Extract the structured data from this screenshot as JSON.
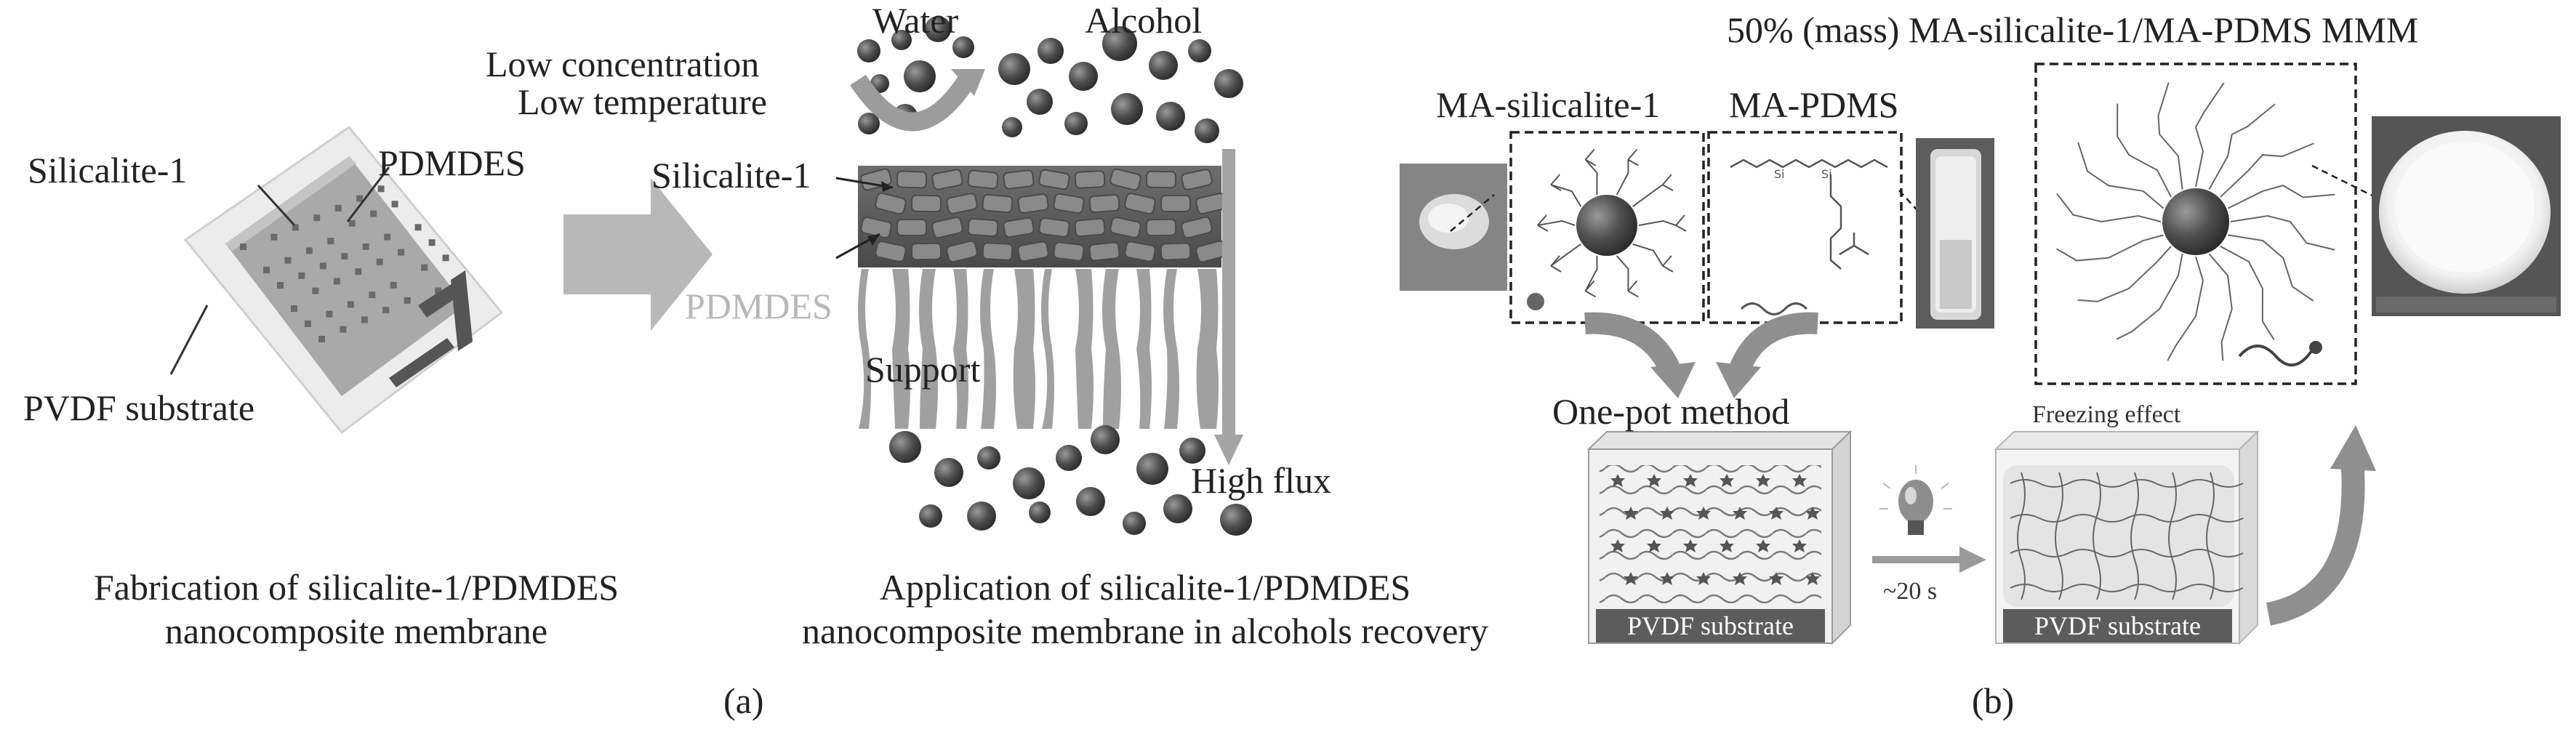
{
  "panel_a": {
    "labels": {
      "silicalite": "Silicalite-1",
      "pdmdes": "PDMDES",
      "pvdf": "PVDF substrate",
      "water": "Water",
      "alcohol": "Alcohol",
      "low_conc": "Low concentration",
      "low_temp": "Low temperature",
      "silicalite_layer": "Silicalite-1",
      "pdmdes_layer": "PDMDES",
      "support": "Support",
      "high_flux": "High flux"
    },
    "caption_fab": [
      "Fabrication of silicalite-1/PDMDES",
      "nanocomposite membrane"
    ],
    "caption_app": [
      "Application of silicalite-1/PDMDES",
      "nanocomposite membrane in alcohols recovery"
    ],
    "sublabel": "(a)"
  },
  "panel_b": {
    "title": "50% (mass) MA-silicalite-1/MA-PDMS MMM",
    "label_ma_sil": "MA-silicalite-1",
    "label_ma_pdms": "MA-PDMS",
    "one_pot": "One-pot method",
    "freezing": "Freezing effect",
    "pvdf_left": "PVDF substrate",
    "pvdf_right": "PVDF substrate",
    "time": "~20 s",
    "sublabel": "(b)"
  },
  "colors": {
    "dark_gray": "#555555",
    "mid_gray": "#8a8a8a",
    "light_gray": "#c8c8c8",
    "arrow_gray": "#b5b5b5"
  }
}
